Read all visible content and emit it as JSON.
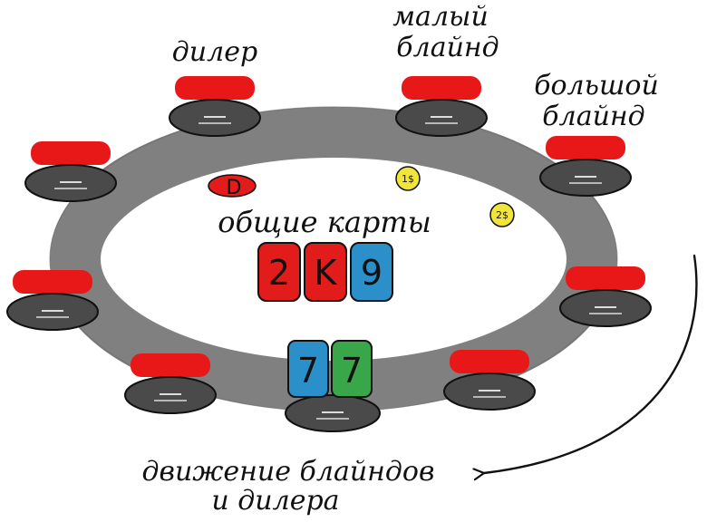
{
  "labels": {
    "dealer": "дилер",
    "small_blind_1": "малый",
    "small_blind_2": "блайнд",
    "big_blind_1": "большой",
    "big_blind_2": "блайнд",
    "community_cards": "общие карты",
    "movement_1": "движение блайндов",
    "movement_2": "и дилера"
  },
  "chips": {
    "dealer": "D",
    "small_blind": "1$",
    "big_blind": "2$"
  },
  "community_cards": [
    {
      "rank": "2",
      "color": "#e21b1b"
    },
    {
      "rank": "K",
      "color": "#e21b1b"
    },
    {
      "rank": "9",
      "color": "#2b8fc9"
    }
  ],
  "player_cards": [
    {
      "rank": "7",
      "color": "#2b8fc9"
    },
    {
      "rank": "7",
      "color": "#3aa64a"
    }
  ],
  "colors": {
    "table_ring": "#808080",
    "seat_red": "#e81818",
    "seat_gray": "#4a4a4a",
    "chip_yellow": "#f2e53a",
    "dealer_chip": "#e21b1b"
  }
}
